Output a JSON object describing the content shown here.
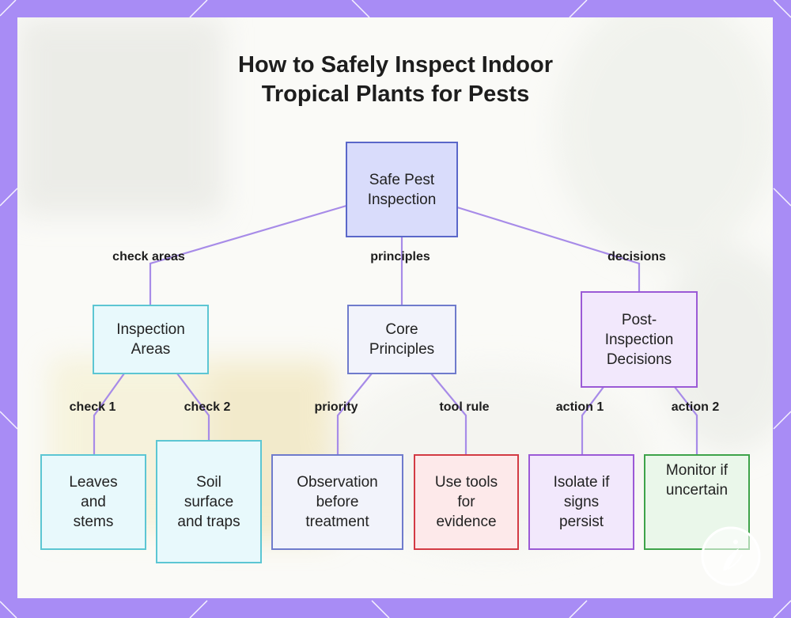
{
  "title": {
    "line1": "How to Safely Inspect Indoor",
    "line2": "Tropical Plants for Pests"
  },
  "colors": {
    "frame": "#a88cf5",
    "edge": "#a78be8",
    "root_fill": "#d9dcfb",
    "root_border": "#5a67c9",
    "cyan_fill": "#e8f9fc",
    "cyan_border": "#5cc6d3",
    "neutral_fill": "#f2f3fb",
    "neutral_border": "#6f7bcc",
    "purple_fill": "#f2e8fc",
    "purple_border": "#9b5ad6",
    "red_fill": "#fde9ea",
    "red_border": "#d33a44",
    "green_fill": "#eaf7ea",
    "green_border": "#3ea34a"
  },
  "nodes": {
    "root": {
      "lines": [
        "Safe Pest",
        "Inspection"
      ]
    },
    "areas": {
      "lines": [
        "Inspection",
        "Areas"
      ]
    },
    "principles": {
      "lines": [
        "Core",
        "Principles"
      ]
    },
    "decisions": {
      "lines": [
        "Post-",
        "Inspection",
        "Decisions"
      ]
    },
    "leaves": {
      "lines": [
        "Leaves",
        "and",
        "stems"
      ]
    },
    "soil": {
      "lines": [
        "Soil",
        "surface",
        "and traps"
      ]
    },
    "observation": {
      "lines": [
        "Observation",
        "before",
        "treatment"
      ]
    },
    "tools": {
      "lines": [
        "Use tools",
        "for",
        "evidence"
      ]
    },
    "isolate": {
      "lines": [
        "Isolate if",
        "signs",
        "persist"
      ]
    },
    "monitor": {
      "lines": [
        "Monitor if",
        "uncertain"
      ]
    }
  },
  "edge_labels": {
    "check_areas": "check areas",
    "principles": "principles",
    "decisions": "decisions",
    "check1": "check 1",
    "check2": "check 2",
    "priority": "priority",
    "tool_rule": "tool rule",
    "action1": "action 1",
    "action2": "action 2"
  }
}
